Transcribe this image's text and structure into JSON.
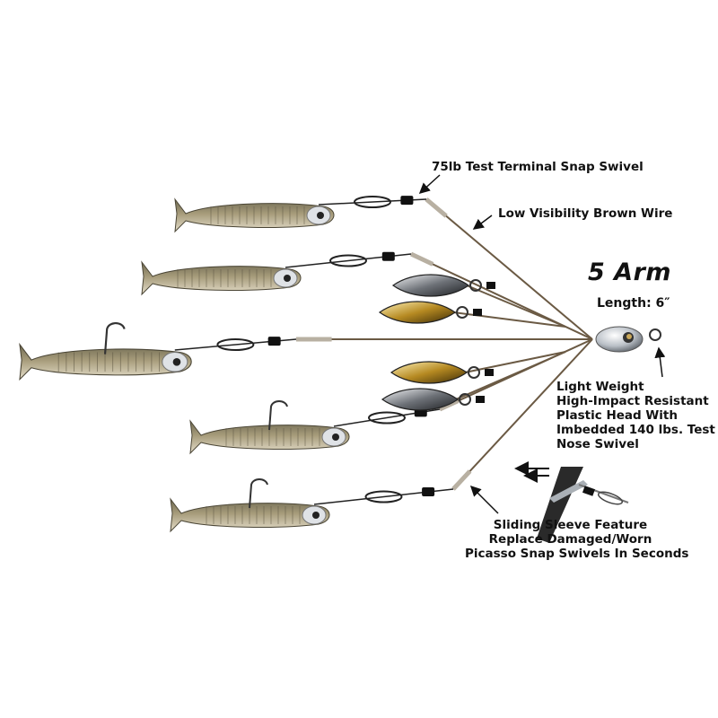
{
  "product": {
    "title": "5 Arm",
    "length": "Length: 6″"
  },
  "callouts": {
    "snap_swivel": "75lb Test Terminal Snap Swivel",
    "brown_wire": "Low Visibility Brown Wire",
    "head": [
      "Light Weight",
      "High-Impact Resistant",
      "Plastic Head With",
      "Imbedded  140 lbs. Test",
      "Nose Swivel"
    ],
    "sleeve": [
      "Sliding Sleeve Feature",
      "Replace Damaged/Worn",
      "Picasso Snap Swivels In Seconds"
    ]
  },
  "colors": {
    "background": "#ffffff",
    "wire": "#6b5a44",
    "bait_body": "#9a8f6e",
    "bait_belly": "#d9d2bd",
    "blade_silver": "#c9ccd0",
    "blade_gold": "#c9a23a",
    "swivel": "#1a1a1a",
    "text": "#111111"
  },
  "icons": [
    "swimbait-lure",
    "willow-blade",
    "snap-swivel",
    "umbrella-head",
    "arrow"
  ]
}
